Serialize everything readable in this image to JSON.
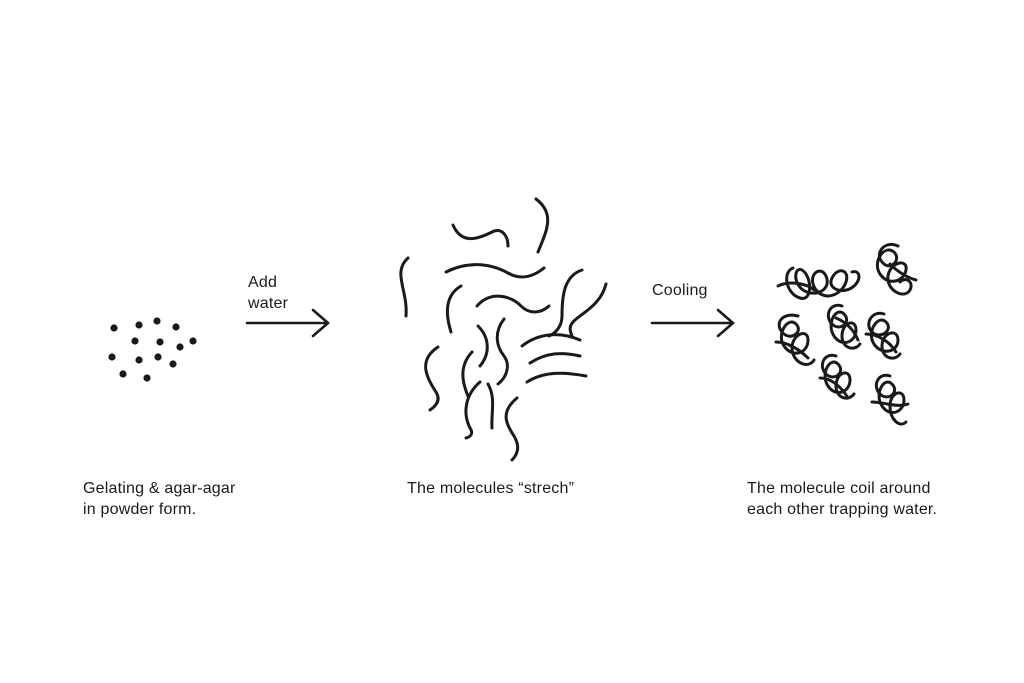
{
  "colors": {
    "ink": "#1a1a1a",
    "background": "#ffffff"
  },
  "stages": [
    {
      "caption_line1": "Gelating & agar-agar",
      "caption_line2": "in powder form."
    },
    {
      "caption_line1": "The molecules “strech”",
      "caption_line2": ""
    },
    {
      "caption_line1": "The molecule coil around",
      "caption_line2": "each other trapping water."
    }
  ],
  "arrows": [
    {
      "label_line1": "Add",
      "label_line2": "water"
    },
    {
      "label_line1": "Cooling",
      "label_line2": ""
    }
  ]
}
